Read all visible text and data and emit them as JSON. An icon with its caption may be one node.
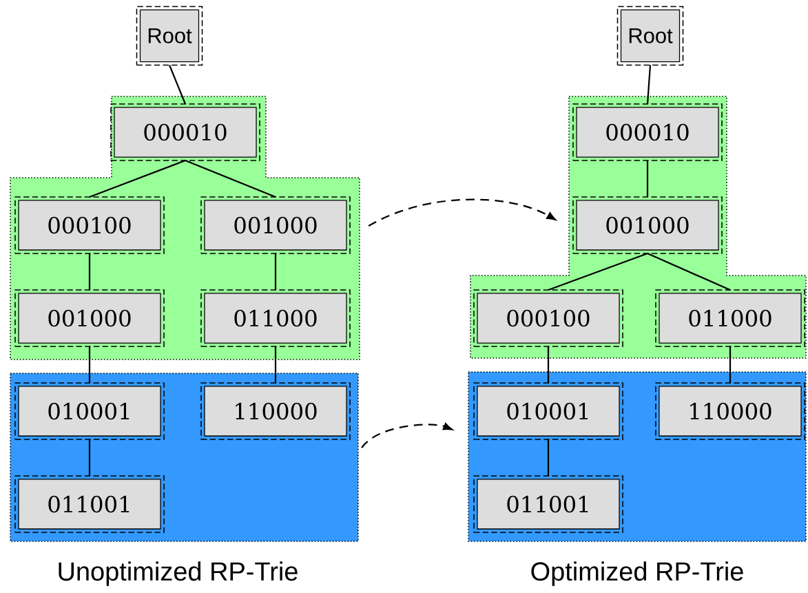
{
  "diagram": {
    "nodes": [
      {
        "text": [
          "Root"
        ]
      },
      {
        "text": [],
        "shape": "box"
      },
      {
        "text": [
          "000010"
        ],
        "in": 1
      },
      {
        "text": [
          "000100"
        ],
        "in": 1
      },
      {
        "text": [
          "001000"
        ],
        "in": 1
      },
      {
        "text": [
          "001000"
        ],
        "in": 1
      },
      {
        "text": [
          "011000"
        ],
        "in": 1
      },
      {
        "text": [],
        "shape": "box"
      },
      {
        "text": [
          "010001"
        ],
        "in": 7
      },
      {
        "text": [
          "110000"
        ],
        "in": 7
      },
      {
        "text": [
          "011001"
        ],
        "in": 7
      },
      {
        "text": [
          "Root"
        ]
      },
      {
        "text": [],
        "shape": "box"
      },
      {
        "text": [
          "000010"
        ],
        "in": 12
      },
      {
        "text": [
          "001000"
        ],
        "in": 12
      },
      {
        "text": [
          "000100"
        ],
        "in": 12
      },
      {
        "text": [
          "011000"
        ],
        "in": 12
      },
      {
        "text": [],
        "shape": "box"
      },
      {
        "text": [
          "010001"
        ],
        "in": 17
      },
      {
        "text": [
          "110000"
        ],
        "in": 17
      },
      {
        "text": [
          "011001"
        ],
        "in": 17
      }
    ],
    "edges": [
      {
        "from": 0,
        "to": 2,
        "arrow": "none"
      },
      {
        "from": 2,
        "to": 3,
        "arrow": "none"
      },
      {
        "from": 2,
        "to": 4,
        "arrow": "none"
      },
      {
        "from": 3,
        "to": 5,
        "arrow": "none"
      },
      {
        "from": 4,
        "to": 6,
        "arrow": "none"
      },
      {
        "from": 5,
        "to": 8,
        "arrow": "none"
      },
      {
        "from": 6,
        "to": 9,
        "arrow": "none"
      },
      {
        "from": 8,
        "to": 10,
        "arrow": "none"
      },
      {
        "from": 11,
        "to": 13,
        "arrow": "none"
      },
      {
        "from": 13,
        "to": 14,
        "arrow": "none"
      },
      {
        "from": 14,
        "to": 15,
        "arrow": "none"
      },
      {
        "from": 14,
        "to": 16,
        "arrow": "none"
      },
      {
        "from": 15,
        "to": 18,
        "arrow": "none"
      },
      {
        "from": 16,
        "to": 19,
        "arrow": "none"
      },
      {
        "from": 18,
        "to": 20,
        "arrow": "none"
      },
      {
        "from": 1,
        "to": 12,
        "arrow": "to",
        "style": "dashed"
      },
      {
        "from": 7,
        "to": 17,
        "arrow": "to",
        "style": "dashed"
      }
    ],
    "labels": [
      "Unoptimized RP-Trie",
      "Optimized RP-Trie"
    ]
  }
}
